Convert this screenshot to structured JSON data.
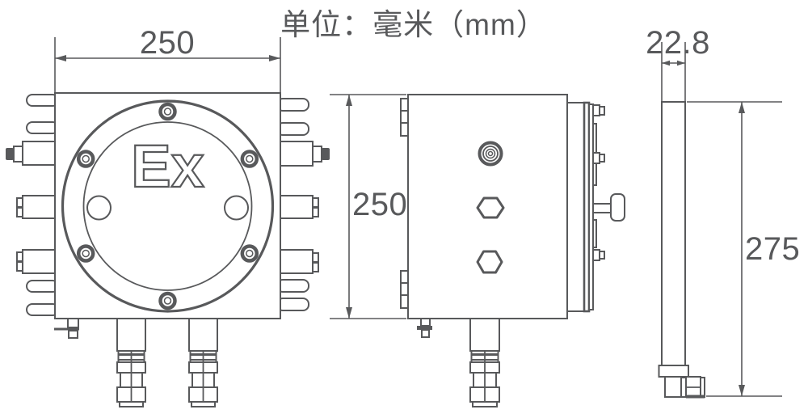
{
  "title": "单位：毫米（mm）",
  "colors": {
    "line": "#58595b",
    "background": "#ffffff"
  },
  "front_view": {
    "width_mm": "250",
    "ex_marking": "Ex"
  },
  "side_view": {
    "height_mm": "250"
  },
  "profile_view": {
    "thickness_mm": "22.8",
    "height_mm": "275"
  }
}
